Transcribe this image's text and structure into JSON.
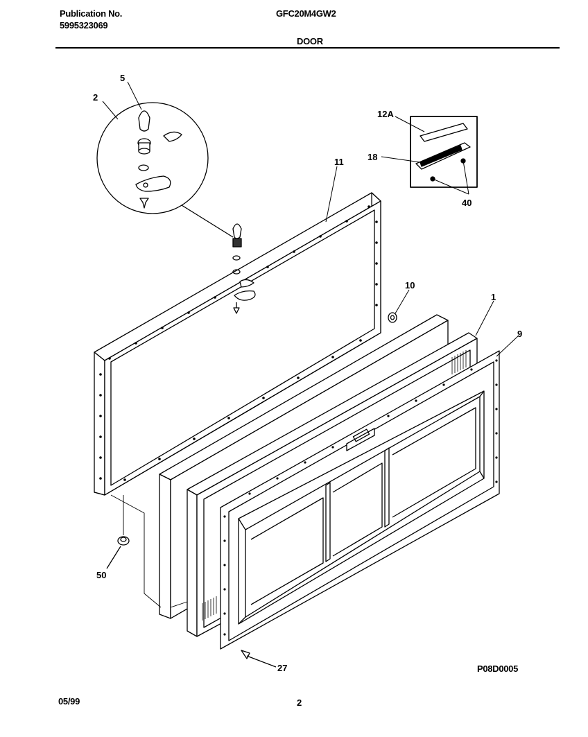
{
  "header": {
    "publication_label": "Publication No.",
    "publication_number": "5995323069",
    "model": "GFC20M4GW2",
    "section": "DOOR"
  },
  "callouts": {
    "c1": "1",
    "c2": "2",
    "c5": "5",
    "c9": "9",
    "c10": "10",
    "c11": "11",
    "c12a": "12A",
    "c18": "18",
    "c27": "27",
    "c40": "40",
    "c50": "50"
  },
  "footer": {
    "figure_code": "P08D0005",
    "date": "05/99",
    "page": "2"
  }
}
